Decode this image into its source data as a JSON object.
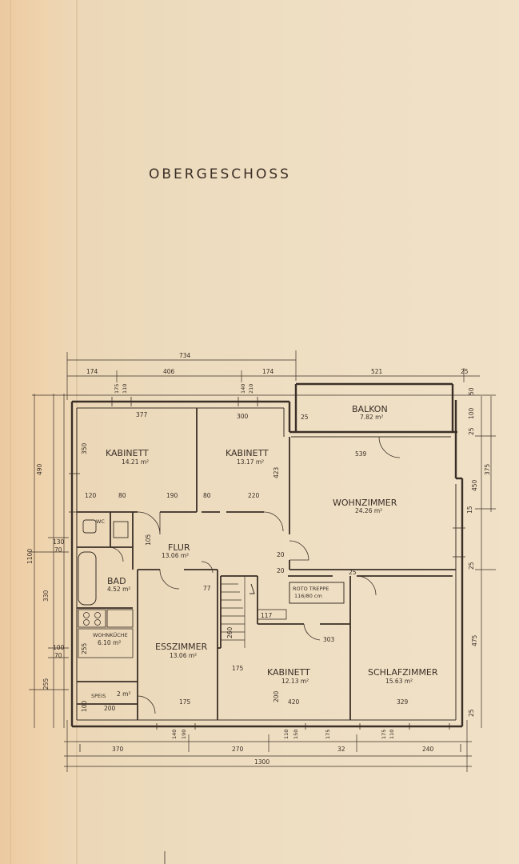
{
  "title": "OBERGESCHOSS",
  "rooms": {
    "kabinett1": {
      "name": "KABINETT",
      "area": "14.21 m²"
    },
    "kabinett2": {
      "name": "KABINETT",
      "area": "13.17 m²"
    },
    "balkon": {
      "name": "BALKON",
      "area": "7.82 m²"
    },
    "wohnzimmer": {
      "name": "WOHNZIMMER",
      "area": "24.26 m²"
    },
    "flur": {
      "name": "FLUR",
      "area": "13.06 m²"
    },
    "wc": {
      "name": "WC"
    },
    "bad": {
      "name": "BAD",
      "area": "4.52 m²"
    },
    "wohnkueche": {
      "name": "WOHNKÜCHE",
      "area": "6.10 m²"
    },
    "esszimmer": {
      "name": "ESSZIMMER",
      "area": "13.06 m²"
    },
    "speis": {
      "name": "SPEIS",
      "area": "2 m²"
    },
    "kabinett3": {
      "name": "KABINETT",
      "area": "12.13 m²"
    },
    "schlafzimmer": {
      "name": "SCHLAFZIMMER",
      "area": "15.63 m²"
    },
    "rototreppe": {
      "name": "ROTO TREPPE",
      "size": "116/80 cm"
    }
  },
  "dims": {
    "top_total": "734",
    "top_174a": "174",
    "top_406": "406",
    "top_174b": "174",
    "top_521": "521",
    "top_25": "25",
    "bottom_370": "370",
    "bottom_270": "270",
    "bottom_32": "32",
    "bottom_240": "240",
    "bottom_total": "1300",
    "left_490": "490",
    "left_1100": "1100",
    "left_330": "330",
    "left_255": "255",
    "left_130": "130",
    "left_70a": "70",
    "left_100": "100",
    "left_70b": "70",
    "right_375": "375",
    "right_450": "450",
    "right_475": "475",
    "right_50": "50",
    "right_25a": "25",
    "right_25b": "25",
    "right_25c": "25",
    "right_25d": "25",
    "r_100": "100",
    "r_15": "15",
    "i_377": "377",
    "i_300": "300",
    "i_350": "350",
    "i_423": "423",
    "i_120": "120",
    "i_80a": "80",
    "i_190": "190",
    "i_80b": "80",
    "i_220": "220",
    "i_539": "539",
    "i_77": "77",
    "i_255": "255",
    "i_175": "175",
    "i_420": "420",
    "i_329": "329",
    "i_303": "303",
    "i_200a": "200",
    "i_200b": "200",
    "i_260": "260",
    "i_105": "105",
    "i_117": "117",
    "i_175b": "175",
    "i_25": "25",
    "i_20a": "20",
    "i_20b": "20",
    "i_100": "100",
    "i_s1": "175",
    "i_s2": "110",
    "i_s3": "140",
    "i_s4": "210",
    "i_s5": "140",
    "i_s6": "190",
    "i_s7": "110",
    "i_s8": "150",
    "i_s9": "175",
    "i_s10": "110",
    "i_s11": "175"
  }
}
